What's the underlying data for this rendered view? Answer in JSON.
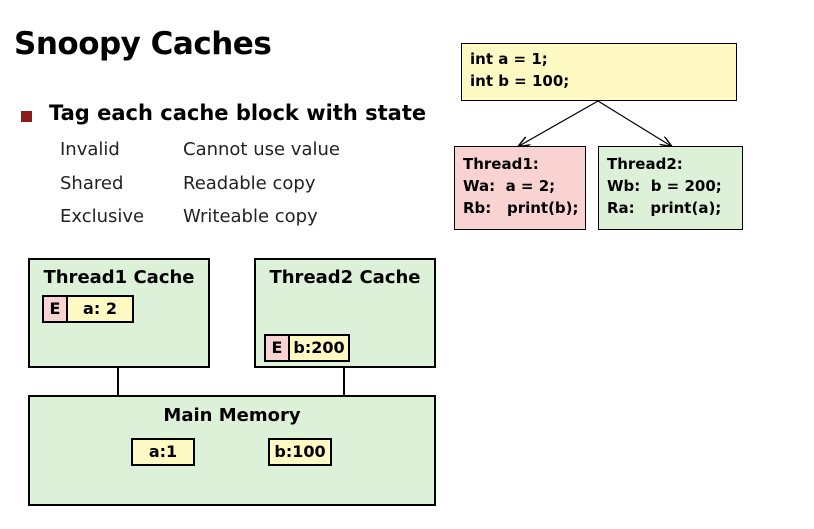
{
  "slide": {
    "title": "Snoopy Caches",
    "bullet": "Tag each cache block with state",
    "states": [
      {
        "name": "Invalid",
        "desc": "Cannot use value"
      },
      {
        "name": "Shared",
        "desc": "Readable copy"
      },
      {
        "name": "Exclusive",
        "desc": "Writeable copy"
      }
    ]
  },
  "code": {
    "globals": [
      "int a = 1;",
      "int b = 100;"
    ],
    "thread1": [
      "Thread1:",
      "Wa:  a = 2;",
      "Rb:   print(b);"
    ],
    "thread2": [
      "Thread2:",
      "Wb:  b = 200;",
      "Ra:   print(a);"
    ]
  },
  "caches": {
    "thread1": {
      "title": "Thread1 Cache",
      "tag": "E",
      "value": "a: 2"
    },
    "thread2": {
      "title": "Thread2 Cache",
      "tag": "E",
      "value": "b:200"
    }
  },
  "memory": {
    "title": "Main Memory",
    "cells": [
      "a:1",
      "b:100"
    ]
  },
  "colors": {
    "green": "#ddf1d8",
    "pink": "#f9d2d2",
    "cream": "#fff9c4",
    "bullet": "#8b1a1a"
  }
}
